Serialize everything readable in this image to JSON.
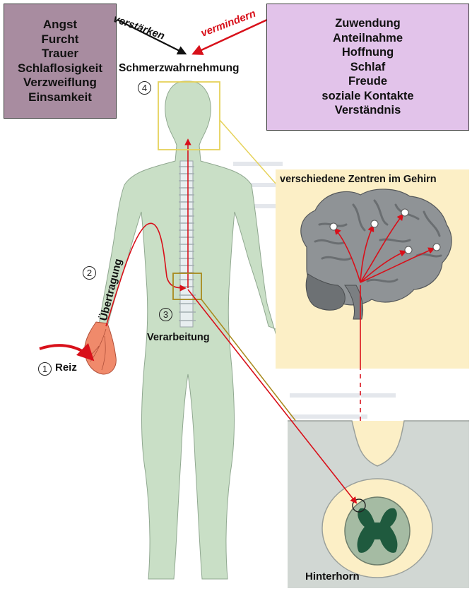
{
  "negative_factors": [
    "Angst",
    "Furcht",
    "Trauer",
    "Schlaflosigkeit",
    "Verzweiflung",
    "Einsamkeit"
  ],
  "positive_factors": [
    "Zuwendung",
    "Anteilnahme",
    "Hoffnung",
    "Schlaf",
    "Freude",
    "soziale Kontakte",
    "Verständnis"
  ],
  "labels": {
    "amplify": "verstärken",
    "reduce": "vermindern",
    "perception": "Schmerzwahrnehmung",
    "brain_centers": "verschiedene Zentren im Gehirn",
    "transmission": "Übertragung",
    "processing": "Verarbeitung",
    "stimulus": "Reiz",
    "dorsal_horn": "Hinterhorn"
  },
  "steps": {
    "one": "1",
    "two": "2",
    "three": "3",
    "four": "4"
  },
  "colors": {
    "body": "#c9dfc6",
    "negative_box": "#a88ca0",
    "positive_box": "#e2c3ea",
    "panel": "#fcefc6",
    "highlight": "#e6d25a",
    "arrow_red": "#d8101a",
    "brain": "#8f9396",
    "hand": "#f08a6b",
    "grey_matter": "#1f5a3e"
  }
}
